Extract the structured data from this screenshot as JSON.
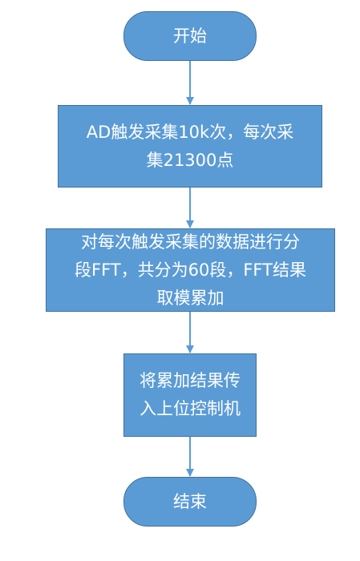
{
  "nodes": {
    "start": {
      "label": "开始"
    },
    "step1": {
      "label": "AD触发采集10k次，每次采\n集21300点"
    },
    "step2": {
      "label": "对每次触发采集的数据进行分\n段FFT，共分为60段，FFT结果\n取模累加"
    },
    "step3": {
      "label": "将累加结果传\n入上位控制机"
    },
    "end": {
      "label": "结束"
    }
  },
  "edges": [
    {
      "from": "start",
      "to": "step1"
    },
    {
      "from": "step1",
      "to": "step2"
    },
    {
      "from": "step2",
      "to": "step3"
    },
    {
      "from": "step3",
      "to": "end"
    }
  ],
  "colors": {
    "fill": "#5b9bd5",
    "border": "#41719c",
    "arrow": "#5b9bd5",
    "text": "#ffffff"
  }
}
